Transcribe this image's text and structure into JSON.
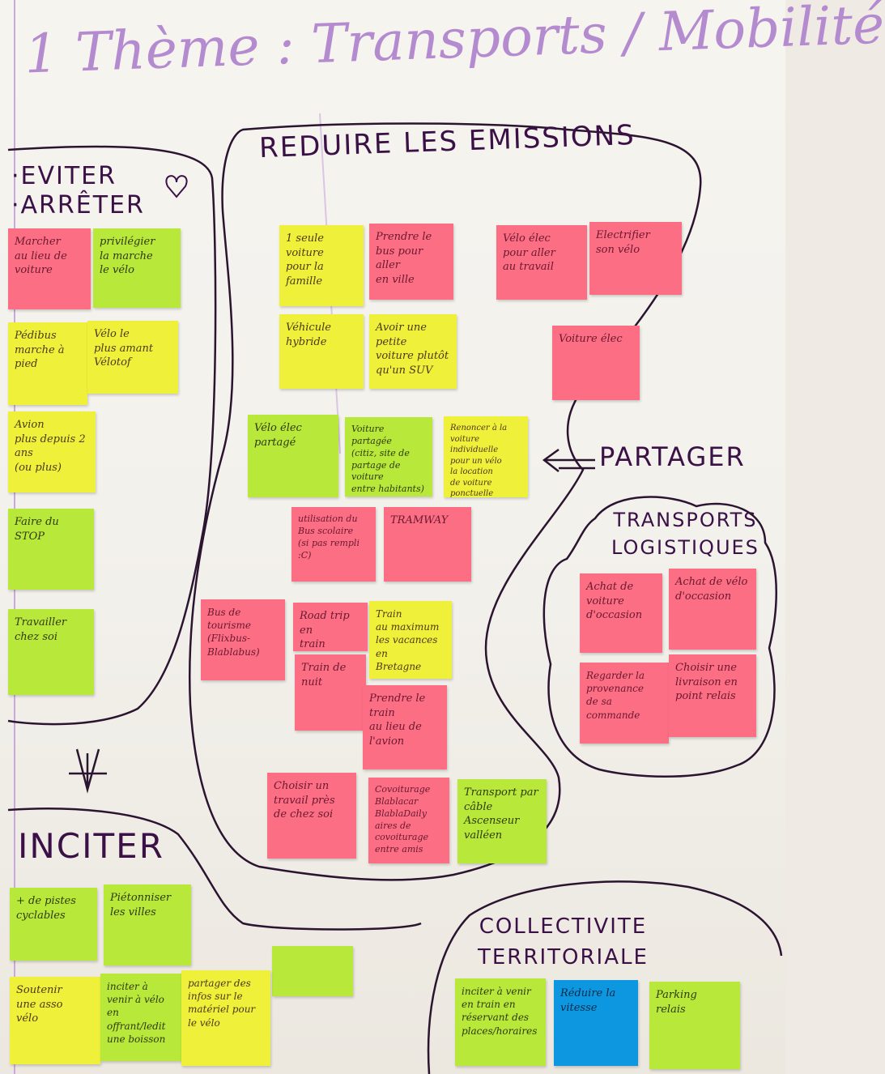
{
  "title": "1 Thème : Transports / Mobilité",
  "sections": {
    "eviter": "·EVITER\n·ARRÊTER",
    "reduire": "REDUIRE LES EMISSIONS",
    "partager": "PARTAGER",
    "logistiques": "TRANSPORTS\nLOGISTIQUES",
    "inciter": "INCITER",
    "collectivite": "COLLECTIVITE\nTERRITORIALE"
  },
  "notes": {
    "marcher": "Marcher\nau lieu de\nvoiture",
    "privilegier": "privilégier\nla marche\nle vélo",
    "pedibus": "Pédibus\nmarche à\npied",
    "velo_plus": "Vélo le\nplus amant\nVélotof",
    "avion": "Avion\nplus depuis 2 ans\n(ou plus)",
    "faire_stop": "Faire du\nSTOP",
    "travailler": "Travailler\nchez soi",
    "une_voiture": "1 seule\nvoiture\npour la\nfamille",
    "prendre_bus": "Prendre le\nbus pour aller\nen ville",
    "velo_elec_travail": "Vélo élec\npour aller\nau travail",
    "electrifier": "Electrifier\nson vélo",
    "vehicule_hybride": "Véhicule\nhybride",
    "petite_voiture": "Avoir une petite\nvoiture plutôt\nqu'un SUV",
    "voiture_elec": "Voiture élec",
    "velo_elec_partage": "Vélo élec\npartagé",
    "voiture_partagee": "Voiture\npartagée\n(citiz, site de\npartage de voiture\nentre habitants)",
    "renoncer": "Renoncer à la\nvoiture individuelle\npour un vélo\nla location\nde voiture\nponctuelle",
    "bus_scolaire": "utilisation du\nBus scolaire\n(si pas rempli :C)",
    "tramway": "TRAMWAY",
    "bus_tourisme": "Bus de\ntourisme\n(Flixbus-\nBlablabus)",
    "road_trip": "Road trip en\ntrain",
    "train_nuit": "Train de\nnuit",
    "train_vacances": "Train\nau maximum\nles vacances en\nBretagne",
    "prendre_train": "Prendre le train\nau lieu de\nl'avion",
    "travail_pres": "Choisir un\ntravail près\nde chez soi",
    "covoiturage": "Covoiturage\nBlablacar\nBlablaDaily\naires de covoiturage\nentre amis",
    "transport_cable": "Transport par\ncâble\nAscenseur\nvalléen",
    "achat_voiture": "Achat de\nvoiture\nd'occasion",
    "achat_velo": "Achat de vélo\nd'occasion",
    "provenance": "Regarder la\nprovenance\nde sa\ncommande",
    "livraison": "Choisir une\nlivraison en\npoint relais",
    "pistes": "+ de pistes\ncyclables",
    "pietonniser": "Piétonniser\nles villes",
    "soutenir": "Soutenir\nune asso\nvélo",
    "inciter_velo": "inciter à\nvenir à vélo\nen offrant/ledit\nune boisson",
    "partager_infos": "partager des\ninfos sur le\nmatériel pour\nle vélo",
    "train_reservant": "inciter à venir\nen train en\nréservant des\nplaces/horaires",
    "reduire_vitesse": "Réduire la\nvitesse",
    "parking_relais": "Parking\nrelais"
  }
}
